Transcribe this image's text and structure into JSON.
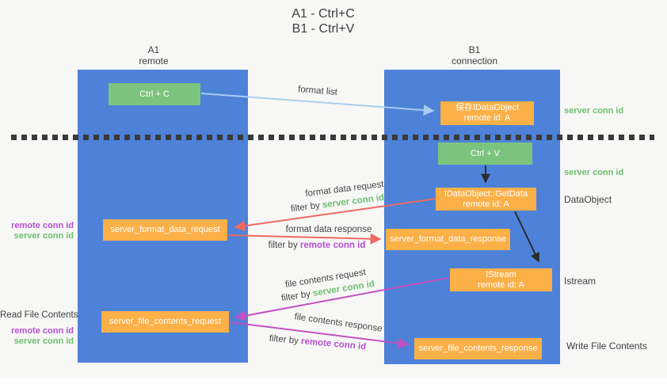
{
  "title": {
    "line1": "A1 - Ctrl+C",
    "line2": "B1 - Ctrl+V"
  },
  "columns": {
    "left": {
      "header_line1": "A1",
      "header_line2": "remote"
    },
    "right": {
      "header_line1": "B1",
      "header_line2": "connection"
    }
  },
  "nodes": {
    "ctrl_c": "Ctrl + C",
    "save_dataobject_line1": "保存IDataObject",
    "save_dataobject_line2": "remote id: A",
    "ctrl_v": "Ctrl + V",
    "getdata_line1": "IDataObject::GetData",
    "getdata_line2": "remote id: A",
    "format_request": "server_format_data_request",
    "format_response": "server_format_data_response",
    "istream_line1": "IStream",
    "istream_line2": "remote id: A",
    "file_request": "server_file_contents_request",
    "file_response": "server_file_contents_response"
  },
  "arrow_labels": {
    "format_list": "format list",
    "format_data_request": "format data request",
    "format_data_response": "format data response",
    "file_contents_request": "file contents request",
    "file_contents_response": "file contents response",
    "filter_by": "filter by",
    "server_conn_id": "server conn id",
    "remote_conn_id": "remote conn id"
  },
  "side_labels": {
    "left_top": {
      "remote": "remote conn id",
      "server": "server conn id"
    },
    "read_file": "Read File Contents",
    "left_bottom": {
      "remote": "remote conn id",
      "server": "server conn id"
    },
    "right": {
      "server_conn_id_1": "server conn id",
      "server_conn_id_2": "server conn id",
      "dataobject": "DataObject",
      "istream": "Istream",
      "write_file": "Write File Contents"
    }
  },
  "colors": {
    "lane_blue": "#4d82d8",
    "node_green": "#7cc47e",
    "node_orange": "#fbb048",
    "arrow_light_blue": "#a9cdef",
    "arrow_red": "#ee6a62",
    "arrow_magenta": "#c351c3",
    "arrow_black": "#2b2b2b",
    "text_green": "#6cc06e",
    "text_purple": "#b44fd0",
    "background": "#f7f7f6"
  }
}
